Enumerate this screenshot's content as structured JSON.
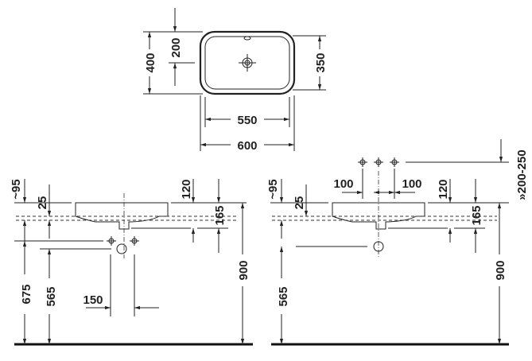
{
  "top_view": {
    "d400": "400",
    "d200": "200",
    "d350": "350",
    "d550": "550",
    "d600": "600"
  },
  "left_view": {
    "d95": "~95",
    "d25": "25",
    "d120": "120",
    "d165": "165",
    "d900": "900",
    "d675": "675",
    "d565": "565",
    "d150": "150"
  },
  "right_view": {
    "d95": "~95",
    "d25": "25",
    "d100a": "100",
    "d100b": "100",
    "d120": "120",
    "d165": "165",
    "d900": "900",
    "d565": "565",
    "d200_250": "»200-250"
  }
}
